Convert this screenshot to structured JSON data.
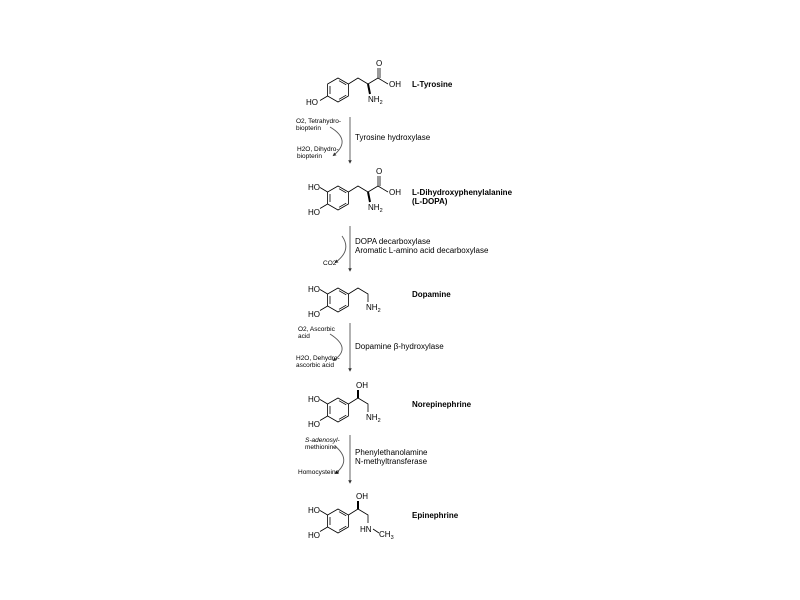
{
  "compounds": [
    {
      "name": "L-Tyrosine",
      "name2": ""
    },
    {
      "name": "L-Dihydroxyphenylalanine",
      "name2": "(L-DOPA)"
    },
    {
      "name": "Dopamine",
      "name2": ""
    },
    {
      "name": "Norepinephrine",
      "name2": ""
    },
    {
      "name": "Epinephrine",
      "name2": ""
    }
  ],
  "atoms": {
    "ho": "HO",
    "oh": "OH",
    "o": "O",
    "nh": "NH",
    "n_sub": "2",
    "hn": "HN",
    "ch": "CH",
    "ch_sub": "3"
  },
  "steps": [
    {
      "enzyme": [
        "Tyrosine hydroxylase"
      ],
      "in": [
        "O2, Tetrahydro-",
        "biopterin"
      ],
      "out": [
        "H2O, Dihydro-",
        "biopterin"
      ]
    },
    {
      "enzyme": [
        "DOPA decarboxylase",
        "Aromatic L-amino acid decarboxylase"
      ],
      "in": [],
      "out": [
        "CO2"
      ]
    },
    {
      "enzyme": [
        "Dopamine β-hydroxylase"
      ],
      "in": [
        "O2, Ascorbic",
        "acid"
      ],
      "out": [
        "H2O, Dehydro-",
        "ascorbic acid"
      ]
    },
    {
      "enzyme": [
        "Phenylethanolamine",
        "N-methyltransferase"
      ],
      "in": [
        "S-adenosyl-",
        "methionine"
      ],
      "out": [
        "Homocysteine"
      ]
    }
  ]
}
